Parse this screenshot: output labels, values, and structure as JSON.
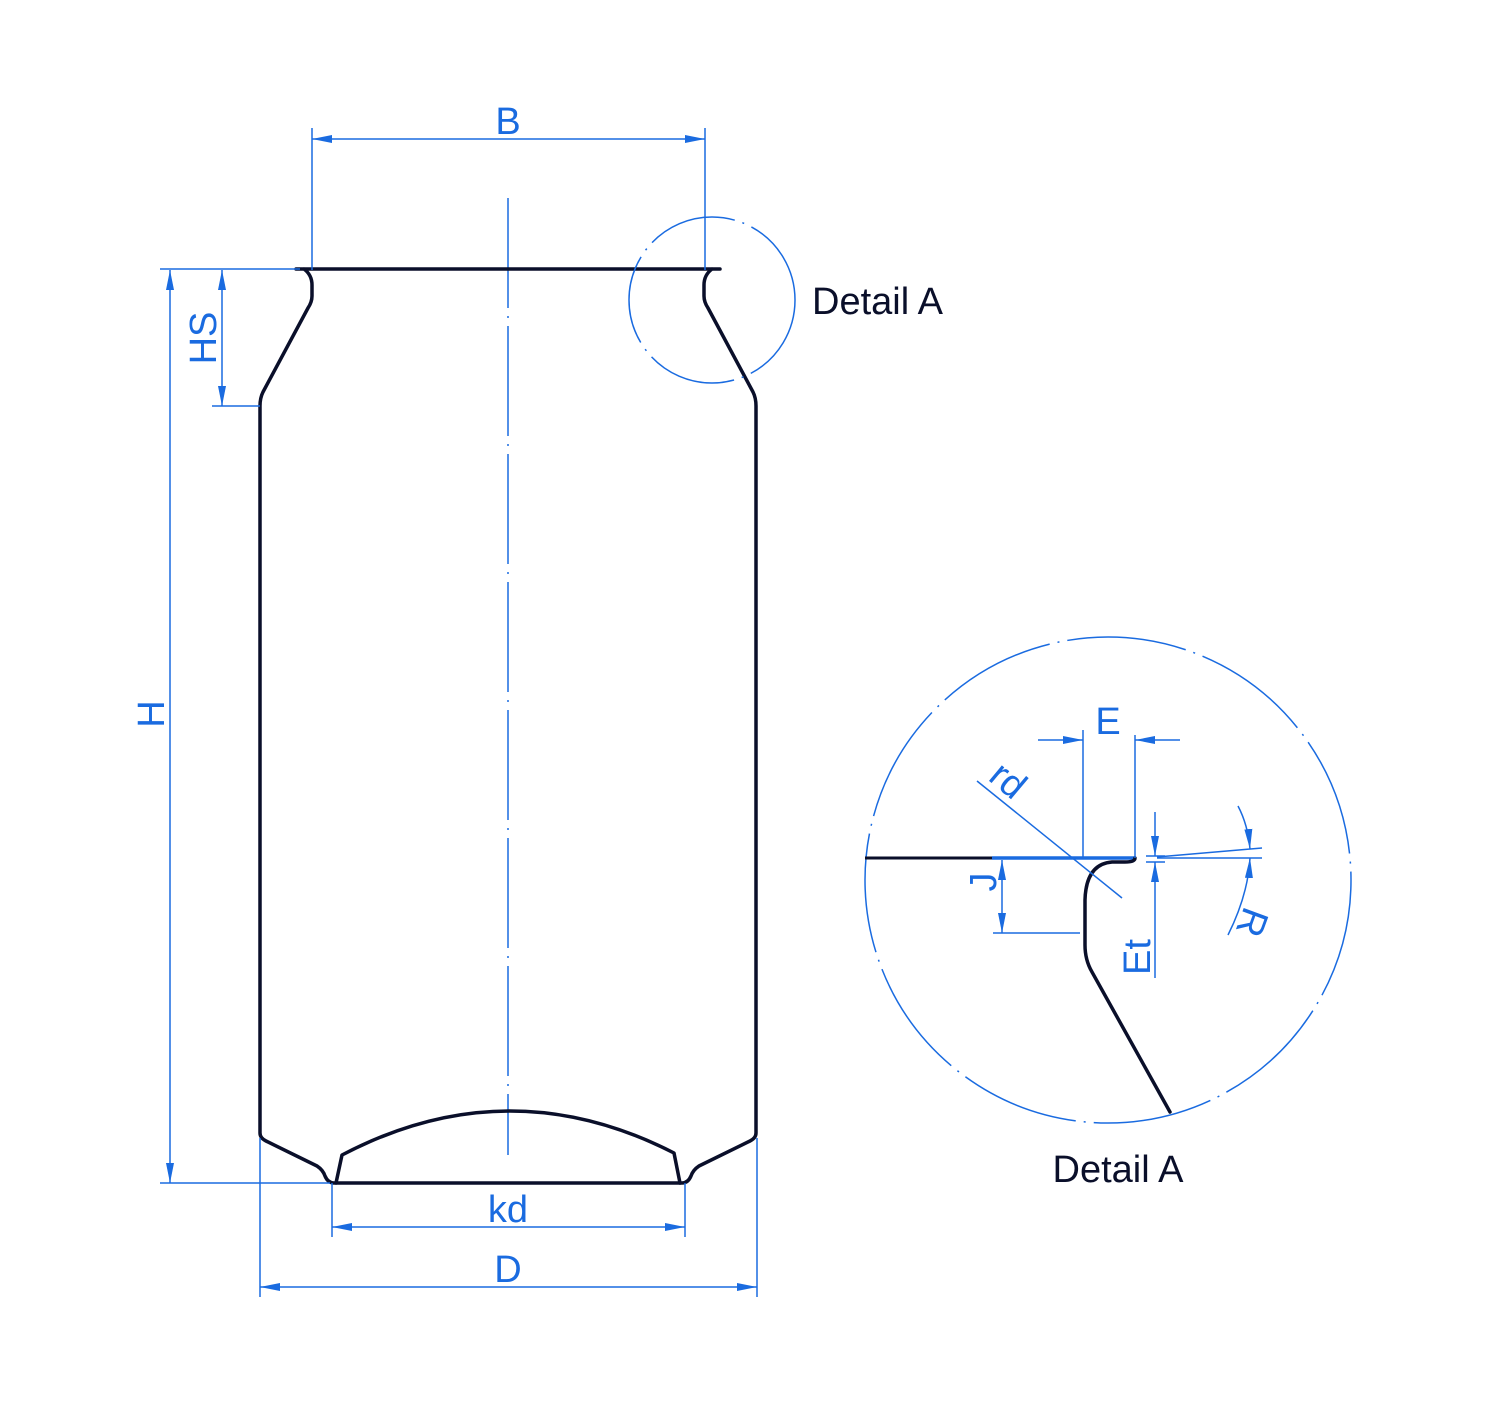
{
  "colors": {
    "dimension": "#1a6be0",
    "outline": "#0a0f2a"
  },
  "labels": {
    "B": "B",
    "HS": "HS",
    "H": "H",
    "kd": "kd",
    "D": "D",
    "E": "E",
    "rd": "rd",
    "J": "J",
    "Et": "Et",
    "R": "R"
  },
  "detail": {
    "callout": "Detail A",
    "title": "Detail A"
  }
}
